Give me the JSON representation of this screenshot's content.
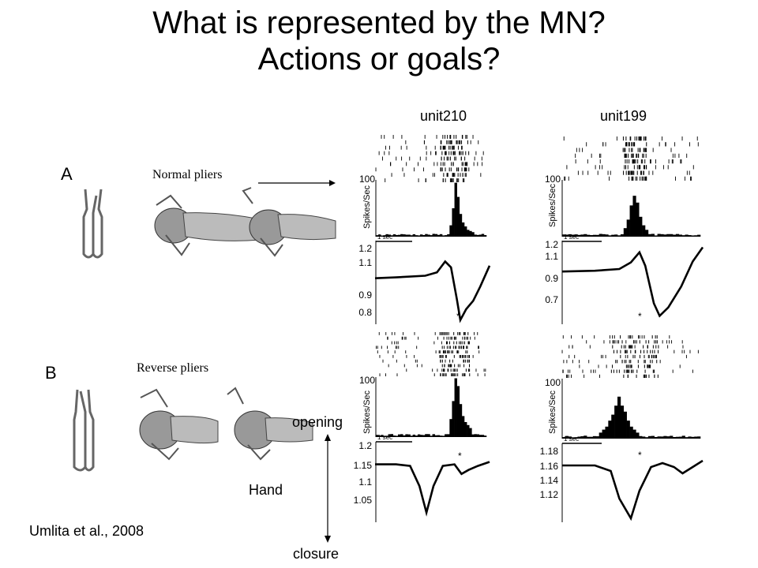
{
  "slide": {
    "title_line1": "What is represented by the MN?",
    "title_line2": "Actions or goals?"
  },
  "figure": {
    "columns": [
      "unit210",
      "unit199"
    ],
    "panel_a": {
      "letter": "A",
      "label": "Normal pliers"
    },
    "panel_b": {
      "letter": "B",
      "label": "Reverse pliers"
    },
    "ylabel_rate": "Spikes/Sec",
    "rate_max": "100",
    "scale_bar": "1 sec",
    "event_marker": "*",
    "y_ticks": {
      "a_unit210": [
        "1.2",
        "1.1",
        "0.9",
        "0.8"
      ],
      "a_unit199": [
        "1.2",
        "1.1",
        "0.9",
        "0.7"
      ],
      "b_unit210": [
        "1.2",
        "1.15",
        "1.1",
        "1.05"
      ],
      "b_unit199": [
        "1.18",
        "1.16",
        "1.14",
        "1.12"
      ]
    },
    "hand_legend": {
      "top": "opening",
      "middle": "Hand",
      "bottom": "closure"
    },
    "citation": "Umlita et al., 2008"
  }
}
